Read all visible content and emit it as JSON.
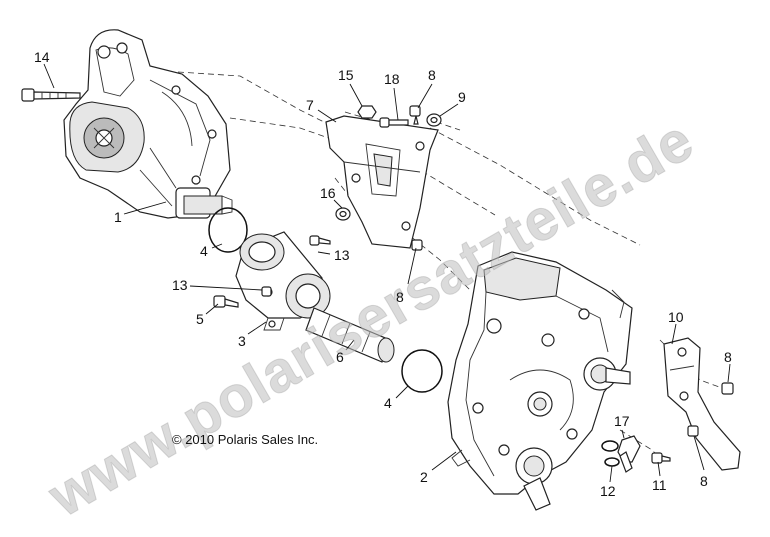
{
  "copyright": "© 2010 Polaris Sales Inc.",
  "watermark": "www.polarisersatzteile.de",
  "callouts": {
    "c14": "14",
    "c15": "15",
    "c18": "18",
    "c8a": "8",
    "c9": "9",
    "c7": "7",
    "c1": "1",
    "c16": "16",
    "c4a": "4",
    "c13a": "13",
    "c13b": "13",
    "c8b": "8",
    "c5": "5",
    "c3": "3",
    "c6": "6",
    "c4b": "4",
    "c10": "10",
    "c8c": "8",
    "c17": "17",
    "c2": "2",
    "c12": "12",
    "c11": "11",
    "c8d": "8"
  }
}
